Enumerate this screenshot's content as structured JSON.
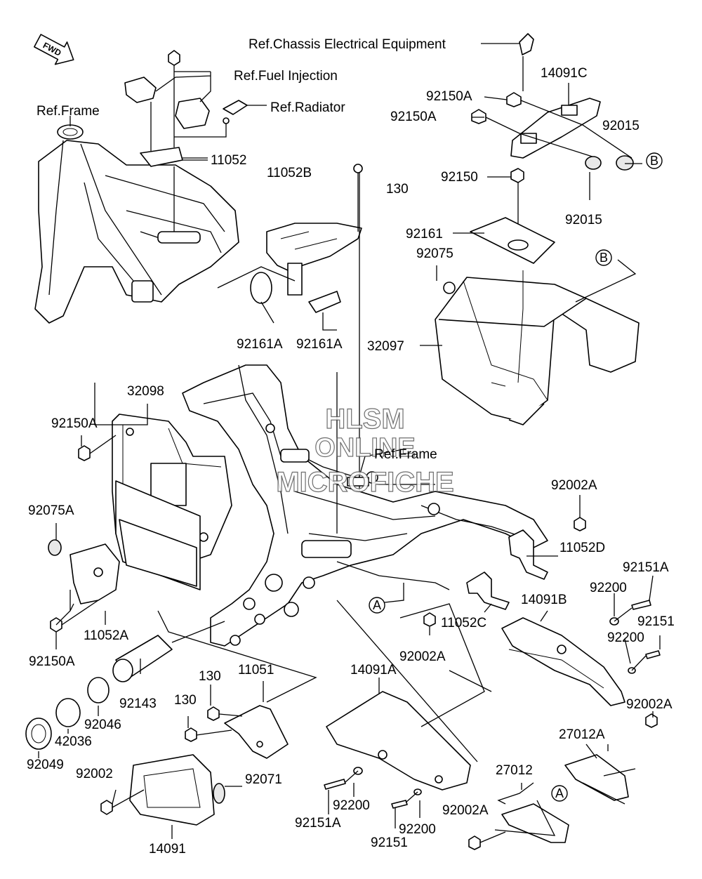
{
  "orientation_badge": "FWD",
  "watermark": [
    "HLSM",
    "ONLINE",
    "MICROFICHE"
  ],
  "callouts": {
    "ref_chassis_electrical": "Ref.Chassis Electrical Equipment",
    "ref_fuel_injection": "Ref.Fuel Injection",
    "ref_radiator": "Ref.Radiator",
    "ref_frame_top": "Ref.Frame",
    "ref_frame_mid": "Ref.Frame",
    "p11052": "11052",
    "p11052B": "11052B",
    "p130_top": "130",
    "p14091C": "14091C",
    "p92150A_1": "92150A",
    "p92150A_2": "92150A",
    "p92015_1": "92015",
    "p92015_2": "92015",
    "p92150": "92150",
    "p92161": "92161",
    "p92075": "92075",
    "p32097": "32097",
    "p92161A_1": "92161A",
    "p92161A_2": "92161A",
    "p32098": "32098",
    "p92150A_3": "92150A",
    "p92075A": "92075A",
    "p11052A": "11052A",
    "p92150A_4": "92150A",
    "p92002A_1": "92002A",
    "p11052D": "11052D",
    "p92151A_1": "92151A",
    "p92200_1": "92200",
    "p14091B": "14091B",
    "p92151_1": "92151",
    "p92200_2": "92200",
    "p11052C": "11052C",
    "p92002A_2": "92002A",
    "p92002A_3": "92002A",
    "p14091A": "14091A",
    "p27012A": "27012A",
    "p130_a": "130",
    "p11051": "11051",
    "p130_b": "130",
    "p92143": "92143",
    "p92046": "92046",
    "p42036": "42036",
    "p92049": "92049",
    "p92002": "92002",
    "p92071": "92071",
    "p14091": "14091",
    "p92200_3": "92200",
    "p92151A_2": "92151A",
    "p27012": "27012",
    "p92002A_4": "92002A",
    "p92200_4": "92200",
    "p92151_2": "92151"
  },
  "ref_markers": {
    "b_right": "B",
    "b_box": "B",
    "a_mid": "A",
    "a_bottom": "A"
  }
}
